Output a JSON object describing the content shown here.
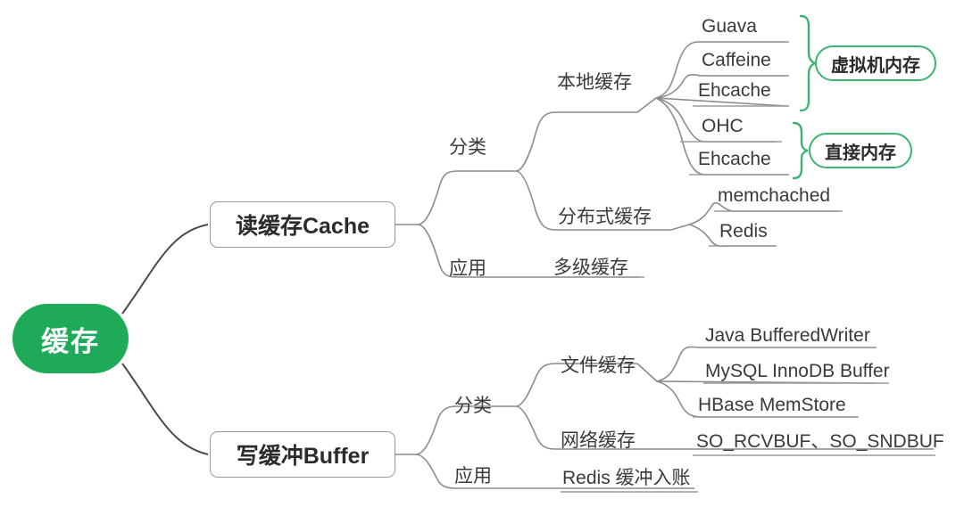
{
  "diagram": {
    "type": "mindmap",
    "title_root": "缓存",
    "colors": {
      "root_fill": "#1faa59",
      "root_text": "#ffffff",
      "pill_border": "#3cb371",
      "brace": "#3cb371",
      "link": "#8c8c8c",
      "root_link": "#3f3f3f",
      "text": "#3a3a3a",
      "box_border": "#9a9a9a"
    },
    "root": {
      "label": "缓存"
    },
    "branches": [
      {
        "id": "read-cache",
        "label": "读缓存Cache",
        "children": [
          {
            "id": "read-cache-classify",
            "label": "分类",
            "children": [
              {
                "id": "local-cache",
                "label": "本地缓存",
                "children": [
                  {
                    "id": "guava",
                    "label": "Guava"
                  },
                  {
                    "id": "caffeine",
                    "label": "Caffeine"
                  },
                  {
                    "id": "ehcache-heap",
                    "label": "Ehcache"
                  },
                  {
                    "id": "ohc",
                    "label": "OHC"
                  },
                  {
                    "id": "ehcache-direct",
                    "label": "Ehcache"
                  }
                ],
                "groups": [
                  {
                    "id": "vm-memory",
                    "label": "虚拟机内存",
                    "members": [
                      "guava",
                      "caffeine",
                      "ehcache-heap"
                    ]
                  },
                  {
                    "id": "direct-memory",
                    "label": "直接内存",
                    "members": [
                      "ohc",
                      "ehcache-direct"
                    ]
                  }
                ]
              },
              {
                "id": "distributed-cache",
                "label": "分布式缓存",
                "children": [
                  {
                    "id": "memchached",
                    "label": "memchached"
                  },
                  {
                    "id": "redis",
                    "label": "Redis"
                  }
                ]
              }
            ]
          },
          {
            "id": "read-cache-apply",
            "label": "应用",
            "children": [
              {
                "id": "multi-level-cache",
                "label": "多级缓存"
              }
            ]
          }
        ]
      },
      {
        "id": "write-buffer",
        "label": "写缓冲Buffer",
        "children": [
          {
            "id": "write-buffer-classify",
            "label": "分类",
            "children": [
              {
                "id": "file-cache",
                "label": "文件缓存",
                "children": [
                  {
                    "id": "java-bufferedwriter",
                    "label": "Java BufferedWriter"
                  },
                  {
                    "id": "mysql-innodb-buffer",
                    "label": "MySQL InnoDB Buffer"
                  },
                  {
                    "id": "hbase-memstore",
                    "label": "HBase MemStore"
                  }
                ]
              },
              {
                "id": "network-cache",
                "label": "网络缓存",
                "children": [
                  {
                    "id": "so-bufs",
                    "label": "SO_RCVBUF、SO_SNDBUF"
                  }
                ]
              }
            ]
          },
          {
            "id": "write-buffer-apply",
            "label": "应用",
            "children": [
              {
                "id": "redis-buffer-entry",
                "label": "Redis 缓冲入账"
              }
            ]
          }
        ]
      }
    ]
  }
}
